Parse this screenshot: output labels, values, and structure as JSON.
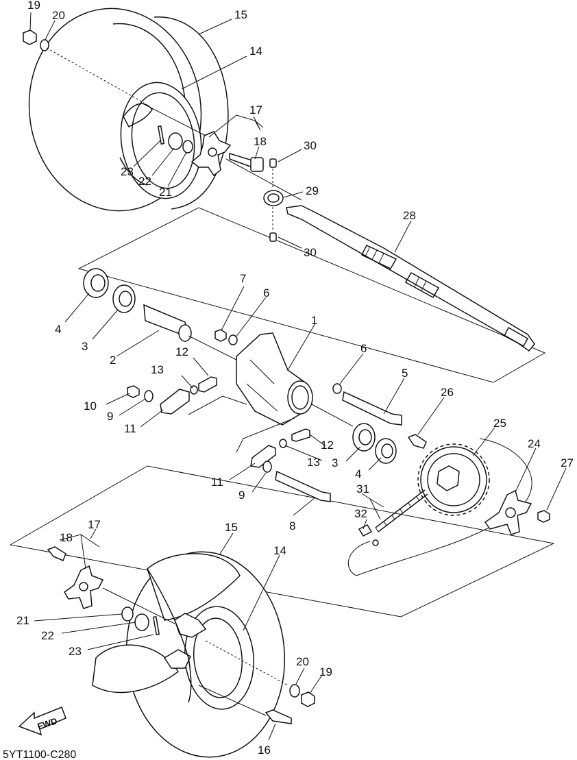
{
  "diagram_code": "5YT1100-C280",
  "fwd_label": "FWD",
  "callouts": {
    "c1": "1",
    "c2": "2",
    "c3a": "3",
    "c3b": "3",
    "c4a": "4",
    "c4b": "4",
    "c5": "5",
    "c6a": "6",
    "c6b": "6",
    "c7": "7",
    "c8": "8",
    "c9a": "9",
    "c9b": "9",
    "c10": "10",
    "c11a": "11",
    "c11b": "11",
    "c12a": "12",
    "c12b": "12",
    "c13a": "13",
    "c13b": "13",
    "c14a": "14",
    "c14b": "14",
    "c15a": "15",
    "c15b": "15",
    "c16": "16",
    "c17a": "17",
    "c17b": "17",
    "c18a": "18",
    "c18b": "18",
    "c19a": "19",
    "c19b": "19",
    "c20a": "20",
    "c20b": "20",
    "c21a": "21",
    "c21b": "21",
    "c22a": "22",
    "c22b": "22",
    "c23a": "23",
    "c23b": "23",
    "c24": "24",
    "c25": "25",
    "c26": "26",
    "c27": "27",
    "c28": "28",
    "c29": "29",
    "c30a": "30",
    "c30b": "30",
    "c31": "31",
    "c32": "32"
  }
}
